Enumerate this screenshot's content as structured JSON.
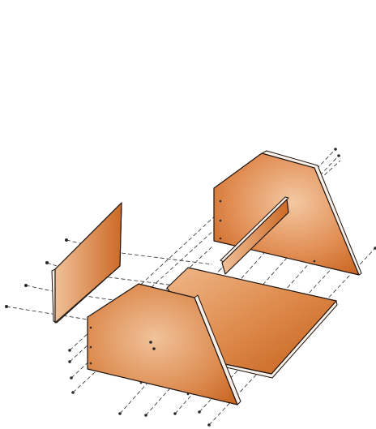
{
  "diagram": {
    "parts": [
      {
        "id": "left-end-panel",
        "icon": "panel"
      },
      {
        "id": "front-side-panel",
        "icon": "panel"
      },
      {
        "id": "back-side-panel",
        "icon": "panel"
      },
      {
        "id": "bottom-panel",
        "icon": "panel"
      },
      {
        "id": "center-divider",
        "icon": "panel"
      }
    ],
    "colors": {
      "wood_light": "#f3c8a2",
      "wood_dark": "#c8621c",
      "edge": "#1e1410",
      "end_grain": "#f7efe6",
      "screw": "#2a2a2a",
      "guide_line": "#2a2a2a"
    }
  }
}
